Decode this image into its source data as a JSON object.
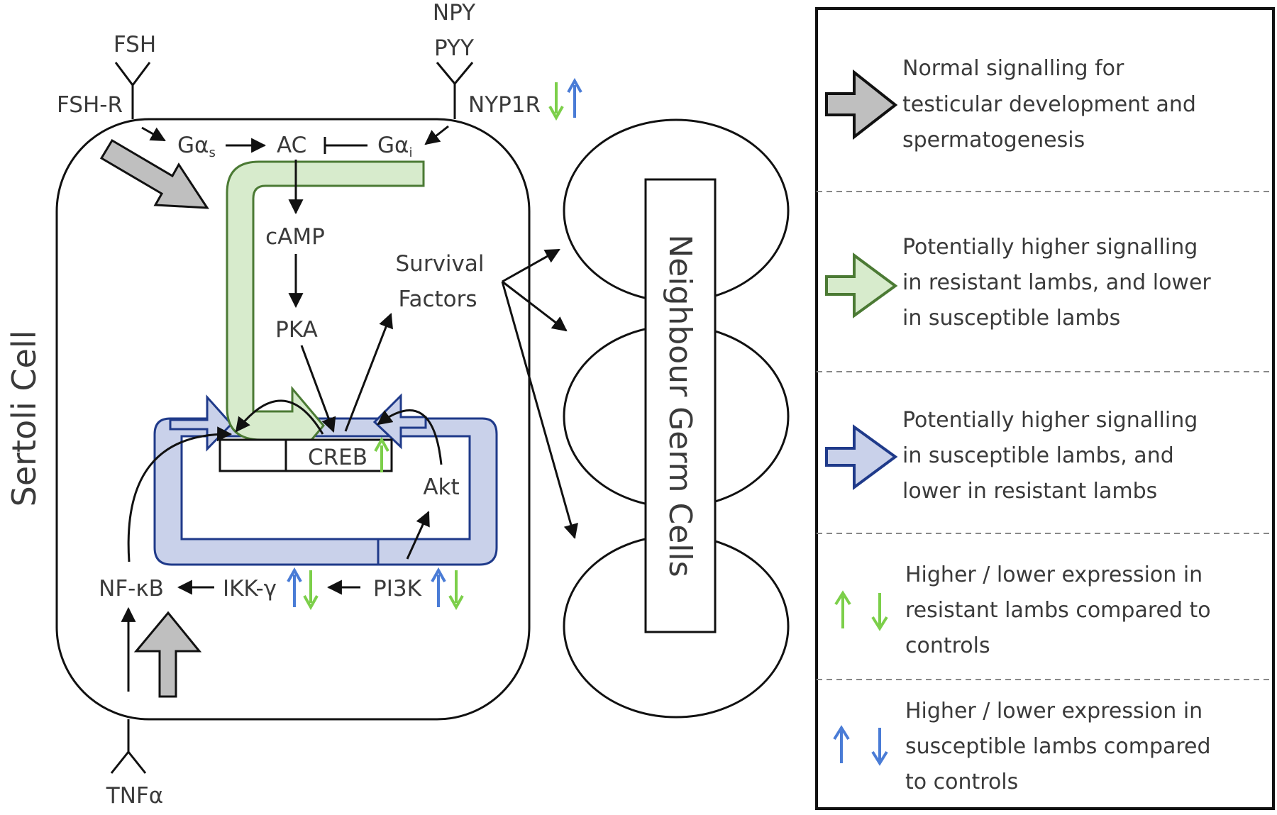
{
  "colors": {
    "green_fill": "#d7ebcc",
    "green_stroke": "#4b7a34",
    "blue_fill": "#c9d1ea",
    "blue_stroke": "#1f3a8a",
    "grey_fill": "#bfbfbf",
    "up_green": "#7ccf4a",
    "up_blue": "#4a7cd6"
  },
  "receptors": {
    "fsh": "FSH",
    "fsh_r": "FSH-R",
    "npy": "NPY",
    "pyy": "PYY",
    "npy1r": "NYP1R",
    "tnf": "TNFα"
  },
  "cell": {
    "sertoli": "Sertoli Cell",
    "neighbour": "Neighbour Germ Cells"
  },
  "nodes": {
    "gas_main": "Gα",
    "gas_sub": "s",
    "ac": "AC",
    "gai_main": "Gα",
    "gai_sub": "i",
    "camp": "cAMP",
    "pka": "PKA",
    "survival_1": "Survival",
    "survival_2": "Factors",
    "creb": "CREB",
    "akt": "Akt",
    "nfkb": "NF-κB",
    "ikk": "IKK-γ",
    "pi3k": "PI3K"
  },
  "legend": {
    "items": [
      {
        "icon": "grey-arrow-icon",
        "lines": [
          "Normal signalling for",
          "testicular development and",
          "spermatogenesis"
        ]
      },
      {
        "icon": "green-arrow-icon",
        "lines": [
          "Potentially higher signalling",
          "in resistant lambs, and lower",
          "in susceptible lambs"
        ]
      },
      {
        "icon": "blue-arrow-icon",
        "lines": [
          "Potentially higher signalling",
          "in susceptible lambs, and",
          "lower in resistant lambs"
        ]
      },
      {
        "icon": "green-updown-icon",
        "lines": [
          "Higher / lower expression in",
          "resistant lambs compared to",
          "controls"
        ]
      },
      {
        "icon": "blue-updown-icon",
        "lines": [
          "Higher / lower expression in",
          "susceptible lambs compared",
          "to controls"
        ]
      }
    ]
  }
}
